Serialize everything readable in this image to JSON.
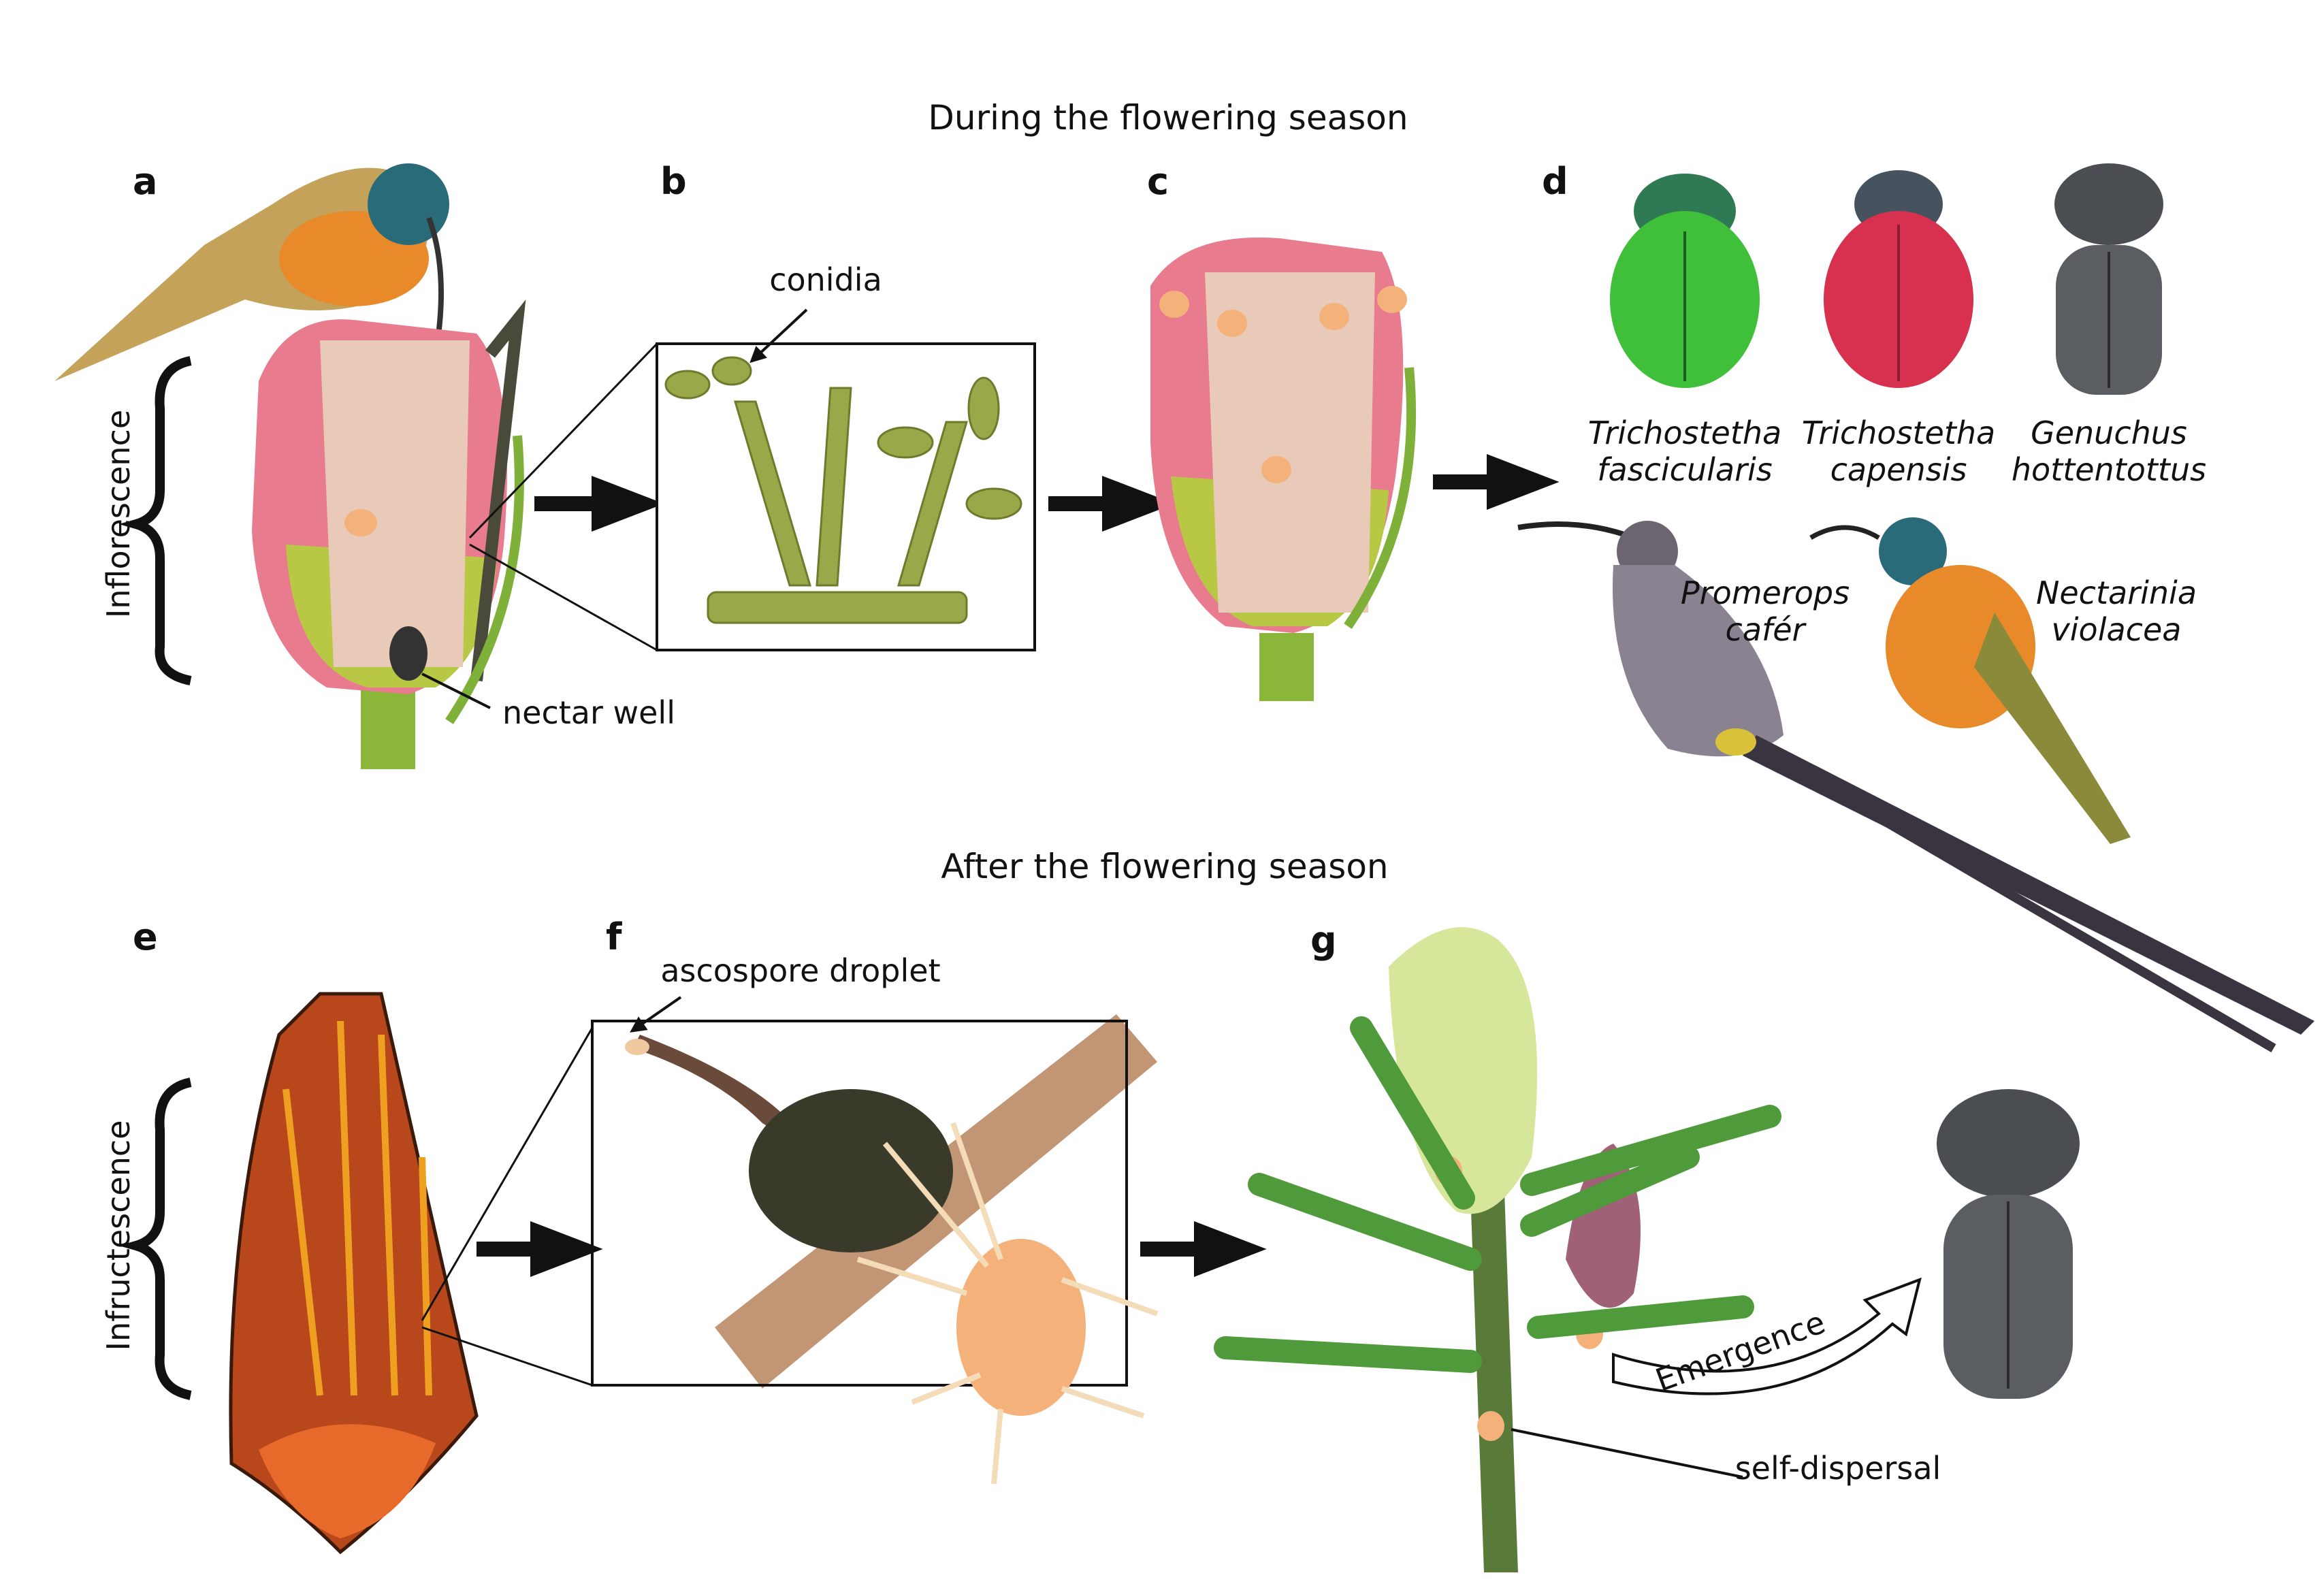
{
  "titles": {
    "top": "During the flowering season",
    "bottom": "After the flowering season"
  },
  "panels": {
    "a": "a",
    "b": "b",
    "c": "c",
    "d": "d",
    "e": "e",
    "f": "f",
    "g": "g"
  },
  "labels": {
    "inflorescence": "Inflorescence",
    "infructescence": "Infructescence",
    "conidia": "conidia",
    "nectar_well": "nectar well",
    "ascospore_droplet": "ascospore droplet",
    "emergence": "Emergence",
    "self_dispersal": "self-dispersal"
  },
  "species": [
    {
      "line1": "Trichostetha",
      "line2": "fascicularis"
    },
    {
      "line1": "Trichostetha",
      "line2": "capensis"
    },
    {
      "line1": "Genuchus",
      "line2": "hottentottus"
    },
    {
      "line1": "Promerops",
      "line2": "cafér"
    },
    {
      "line1": "Nectarinia",
      "line2": "violacea"
    }
  ],
  "colors": {
    "mite": "#f4b27a",
    "fungus": "#9aa84a",
    "beetle_green": "#3fbf3a",
    "beetle_red": "#d8304f",
    "beetle_dark": "#4a4d52"
  }
}
